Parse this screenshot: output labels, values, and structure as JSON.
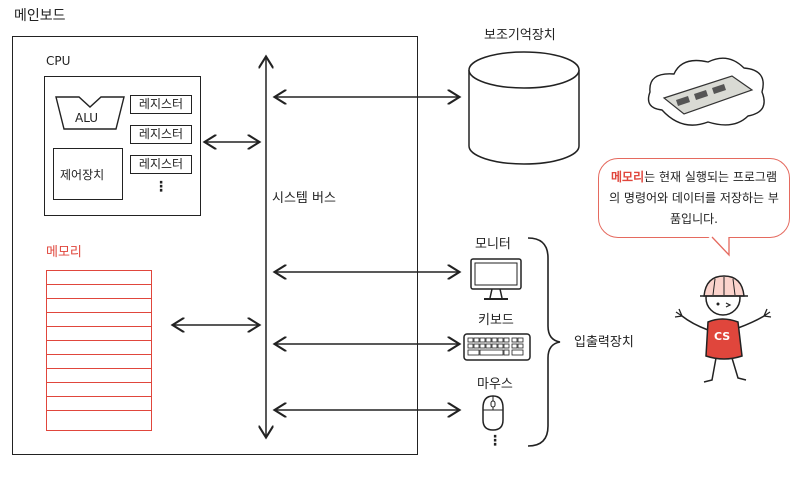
{
  "title": "메인보드",
  "cpu": {
    "label": "CPU",
    "alu": "ALU",
    "control_unit": "제어장치",
    "registers": [
      "레지스터",
      "레지스터",
      "레지스터"
    ],
    "more": "⋮"
  },
  "memory_label": "메모리",
  "system_bus": "시스템 버스",
  "secondary_storage": "보조기억장치",
  "io": {
    "group_label": "입출력장치",
    "devices": [
      "모니터",
      "키보드",
      "마우스"
    ],
    "more": "⋮"
  },
  "bubble": {
    "highlight": "메모리",
    "text": "는 현재 실행되는 프로그램의 명령어와 데이터를 저장하는 부품입니다."
  },
  "character_badge": "CS",
  "colors": {
    "accent": "#e0463c",
    "line": "#222222"
  }
}
